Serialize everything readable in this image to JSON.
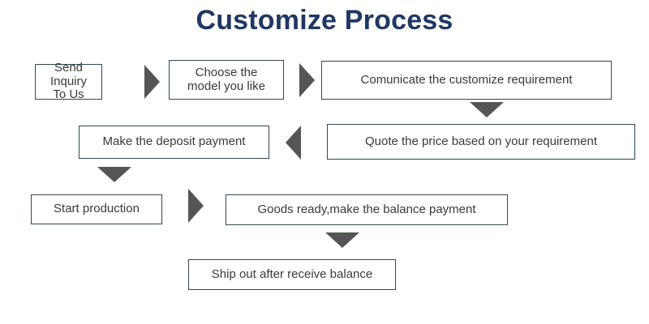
{
  "title": "Customize Process",
  "theme": {
    "title_color": "#1f3864",
    "box_border_color": "#2f4858",
    "box_text_color": "#3a3a3a",
    "arrow_color": "#555555",
    "background_color": "#ffffff"
  },
  "steps": [
    {
      "id": "send-inquiry",
      "label": "Send Inquiry\nTo Us"
    },
    {
      "id": "choose-model",
      "label": "Choose the\nmodel you like"
    },
    {
      "id": "communicate",
      "label": "Comunicate the customize requirement"
    },
    {
      "id": "quote-price",
      "label": "Quote the price based on your requirement"
    },
    {
      "id": "deposit-payment",
      "label": "Make the deposit payment"
    },
    {
      "id": "start-production",
      "label": "Start production"
    },
    {
      "id": "goods-ready",
      "label": "Goods ready,make the balance payment"
    },
    {
      "id": "ship-out",
      "label": "Ship out after receive balance"
    }
  ],
  "connectors": [
    {
      "id": "send-to-choose",
      "direction": "right"
    },
    {
      "id": "choose-to-communicate",
      "direction": "right"
    },
    {
      "id": "communicate-to-quote",
      "direction": "down"
    },
    {
      "id": "quote-to-deposit",
      "direction": "left"
    },
    {
      "id": "deposit-to-production",
      "direction": "down"
    },
    {
      "id": "production-to-goods",
      "direction": "right"
    },
    {
      "id": "goods-to-ship",
      "direction": "down"
    }
  ]
}
